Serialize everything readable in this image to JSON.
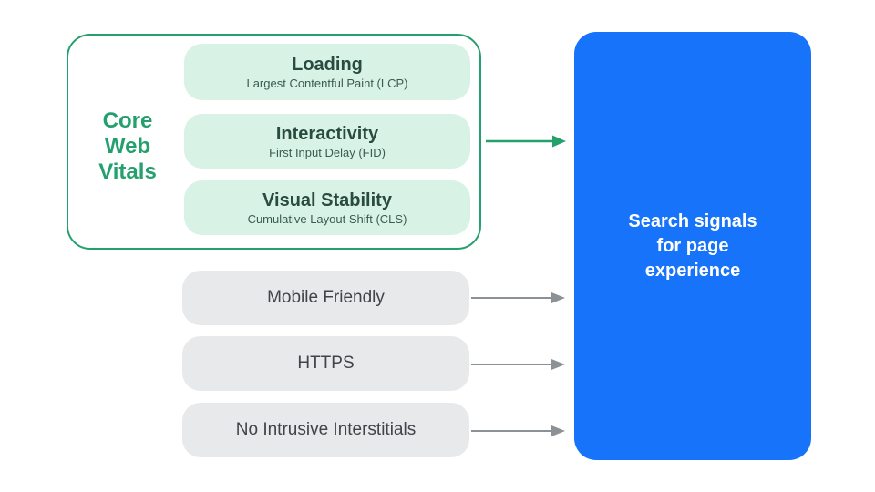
{
  "colors": {
    "green": "#24A06E",
    "green-text": "#2A4B40",
    "green-subtext": "#3C5A4F",
    "mint": "#D8F3E6",
    "gray-pill": "#E8E9EB",
    "gray-text": "#3F4448",
    "arrow-gray": "#8C9196",
    "blue": "#1673FA",
    "white": "#FFFFFF"
  },
  "core_web_vitals": {
    "label": "Core Web Vitals",
    "metrics": [
      {
        "title": "Loading",
        "subtitle": "Largest Contentful Paint (LCP)"
      },
      {
        "title": "Interactivity",
        "subtitle": "First Input Delay (FID)"
      },
      {
        "title": "Visual Stability",
        "subtitle": "Cumulative Layout Shift (CLS)"
      }
    ]
  },
  "other_signals": [
    {
      "label": "Mobile Friendly"
    },
    {
      "label": "HTTPS"
    },
    {
      "label": "No Intrusive Interstitials"
    }
  ],
  "result_box": {
    "label": "Search signals for page experience"
  }
}
